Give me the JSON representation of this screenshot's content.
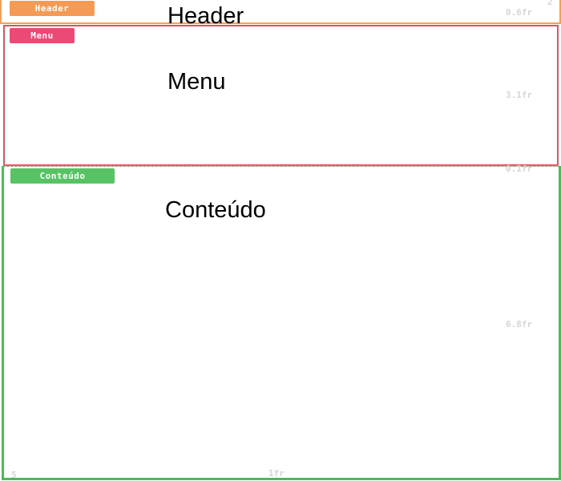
{
  "grid": {
    "areas": [
      {
        "id": "header",
        "tag": "Header",
        "title": "Header",
        "color": "#f49a55"
      },
      {
        "id": "menu",
        "tag": "Menu",
        "title": "Menu",
        "color": "#eb4a74"
      },
      {
        "id": "content",
        "tag": "Conteúdo",
        "title": "Conteúdo",
        "color": "#57c364"
      }
    ],
    "row_tracks": [
      "0.6fr",
      "3.1fr",
      "0.1fr",
      "6.8fr"
    ],
    "column_track": "1fr",
    "line_numbers": {
      "bottom_left": "5",
      "top_right": "2"
    }
  }
}
